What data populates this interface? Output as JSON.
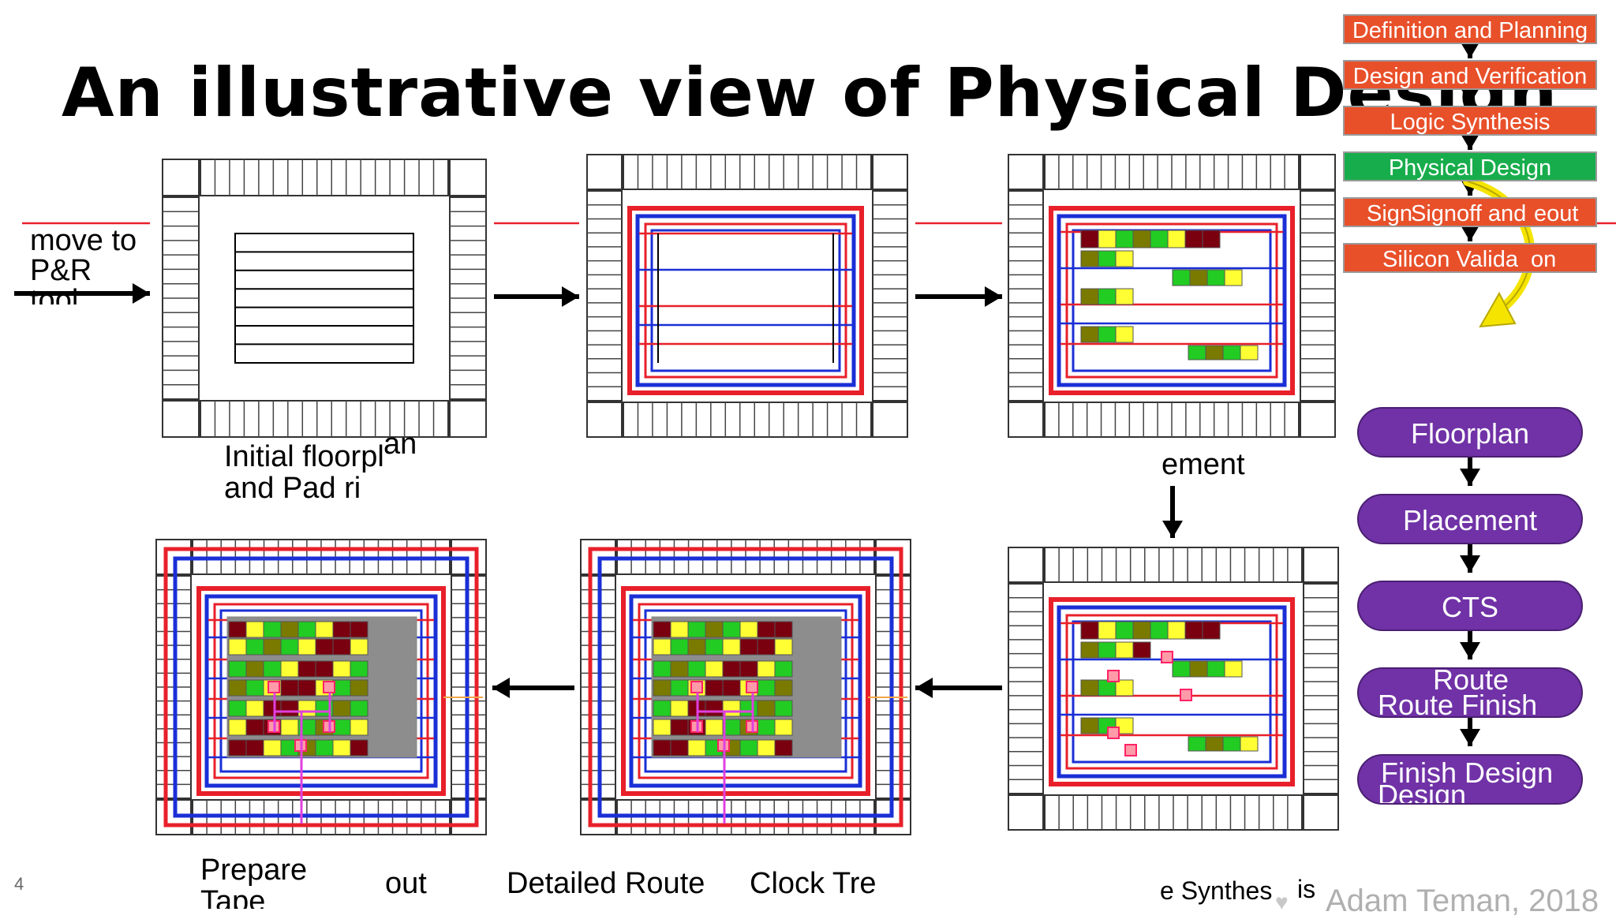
{
  "slide": {
    "title": "An illustrative view of Physical Design",
    "slide_number": "4",
    "footer": "Adam Teman, 2018",
    "partial_text": "e Synthes",
    "partial_text2": "is"
  },
  "captions": {
    "move_to": "move to",
    "pr": "P&R",
    "tool": "tool",
    "initial_floorplan": "Initial floorpl",
    "initial_floorplan_an": "an",
    "pad_ring": "and Pad ri",
    "placement_partial": "ement",
    "prepare": "Prepare",
    "tape": "Tape",
    "out": "out",
    "detailed_route": "Detailed Route",
    "clock_tree": "Clock Tre"
  },
  "flow": {
    "items": [
      {
        "label": "Definition and Planning",
        "color": "orange"
      },
      {
        "label": "Design and Verification",
        "color": "orange"
      },
      {
        "label": "Logic Synthesis",
        "color": "orange"
      },
      {
        "label": "Physical Design",
        "color": "green"
      },
      {
        "label": "Sign",
        "overlay": "Signoff and",
        "tail": "eout",
        "color": "orange"
      },
      {
        "label": "Silicon Valida",
        "tail": "on",
        "color": "orange"
      }
    ]
  },
  "steps": {
    "items": [
      {
        "label": "Floorplan"
      },
      {
        "label": "Placement"
      },
      {
        "label": "CTS"
      },
      {
        "label": "Route",
        "overlay": "Route  Finish"
      },
      {
        "label": "Finish Design",
        "overlay": "Design"
      }
    ]
  },
  "colors": {
    "orange": "#e8502a",
    "green": "#18ad4c",
    "purple": "#7032a6",
    "red": "#e8202a",
    "blue": "#1a2fd6"
  }
}
